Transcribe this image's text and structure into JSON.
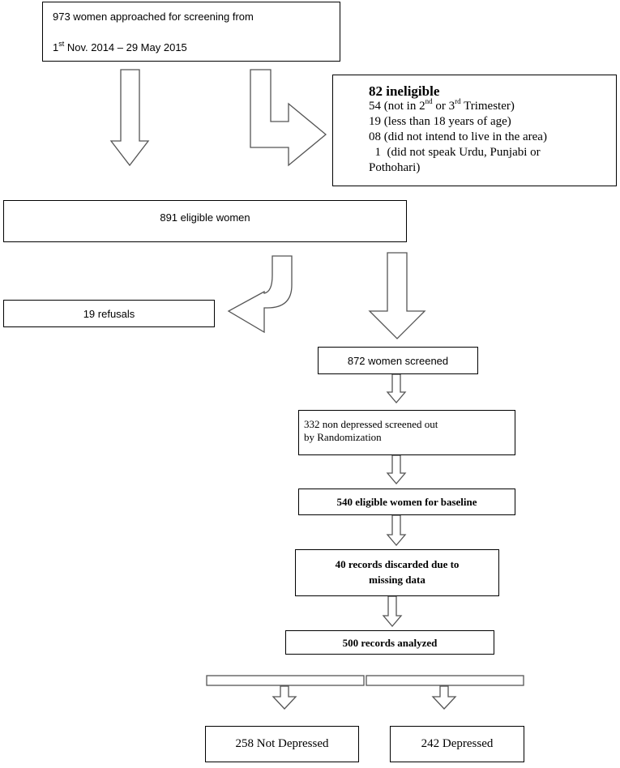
{
  "nodes": {
    "approached": {
      "line1": "973 women approached for screening from",
      "line2_day": "1",
      "line2_sup": "st",
      "line2_rest": " Nov. 2014 – 29 May 2015"
    },
    "ineligible": {
      "title": "82  ineligible",
      "r1_a": "54 (not in 2",
      "r1_sup1": "nd",
      "r1_b": " or 3",
      "r1_sup2": "rd",
      "r1_c": " Trimester)",
      "r2": "19 (less than 18 years of age)",
      "r3": "08 (did not intend to live in the area)",
      "r4": "  1  (did not speak Urdu, Punjabi or",
      "r5": "Pothohari)"
    },
    "eligible": "891 eligible women",
    "refusals": "19 refusals",
    "screened": "872 women screened",
    "screened_out": {
      "line1": "332 non depressed screened out",
      "line2": "by Randomization"
    },
    "baseline": "540 eligible women for baseline",
    "discarded": {
      "line1": "40 records discarded due to",
      "line2": "missing data"
    },
    "analyzed": "500 records analyzed",
    "not_depressed": "258 Not Depressed",
    "depressed": "242 Depressed"
  }
}
